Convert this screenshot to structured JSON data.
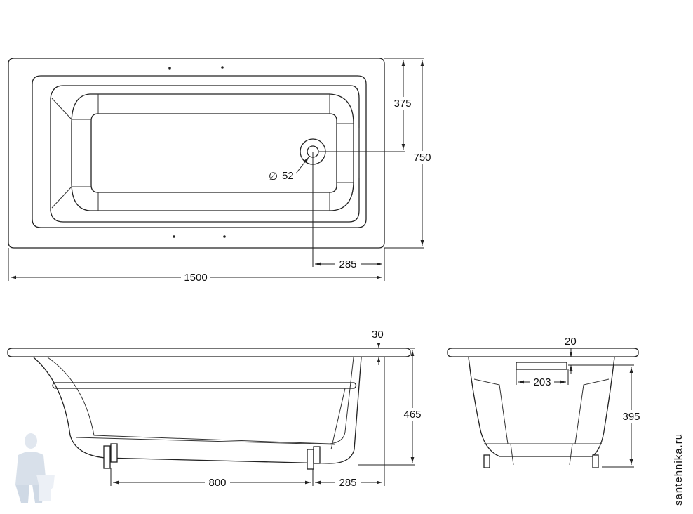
{
  "dimensions": {
    "top_depth_to_drain": "375",
    "width": "750",
    "drain_diameter": "52",
    "drain_from_edge_top": "285",
    "length": "1500",
    "rim_thickness": "30",
    "height": "465",
    "feet_spacing": "800",
    "feet_from_edge": "285",
    "end_rim": "20",
    "overflow_width": "203",
    "end_height": "395"
  },
  "symbols": {
    "diameter": "∅"
  },
  "watermark": {
    "text": "santehnika.ru",
    "mascot": "plumber-mascot-icon"
  },
  "colors": {
    "line": "#222222",
    "watermark": "#a9b7c6"
  }
}
